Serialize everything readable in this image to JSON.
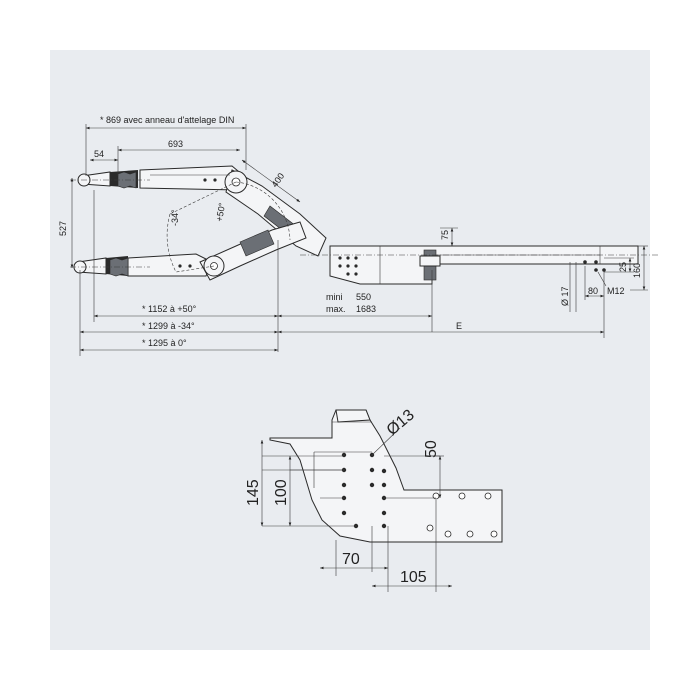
{
  "top_view": {
    "note_869": "* 869 avec anneau d'attelage DIN",
    "dim_693": "693",
    "dim_54": "54",
    "dim_400": "400",
    "dim_527": "527",
    "angle_minus34": "-34°",
    "angle_plus50": "+50°",
    "dim_75": "75",
    "dim_25": "25",
    "dim_160": "160",
    "dim_d17": "Ø 17",
    "dim_80": "80",
    "dim_m12": "M12",
    "mini_label": "mini",
    "mini_value": "550",
    "max_label": "max.",
    "max_value": "1683",
    "dim_1152": "* 1152 à +50°",
    "dim_1299": "* 1299 à -34°",
    "dim_1295": "* 1295 à 0°",
    "dim_E": "E"
  },
  "detail_view": {
    "dim_d13": "Ø13",
    "dim_50": "50",
    "dim_145": "145",
    "dim_100": "100",
    "dim_70": "70",
    "dim_105": "105"
  }
}
